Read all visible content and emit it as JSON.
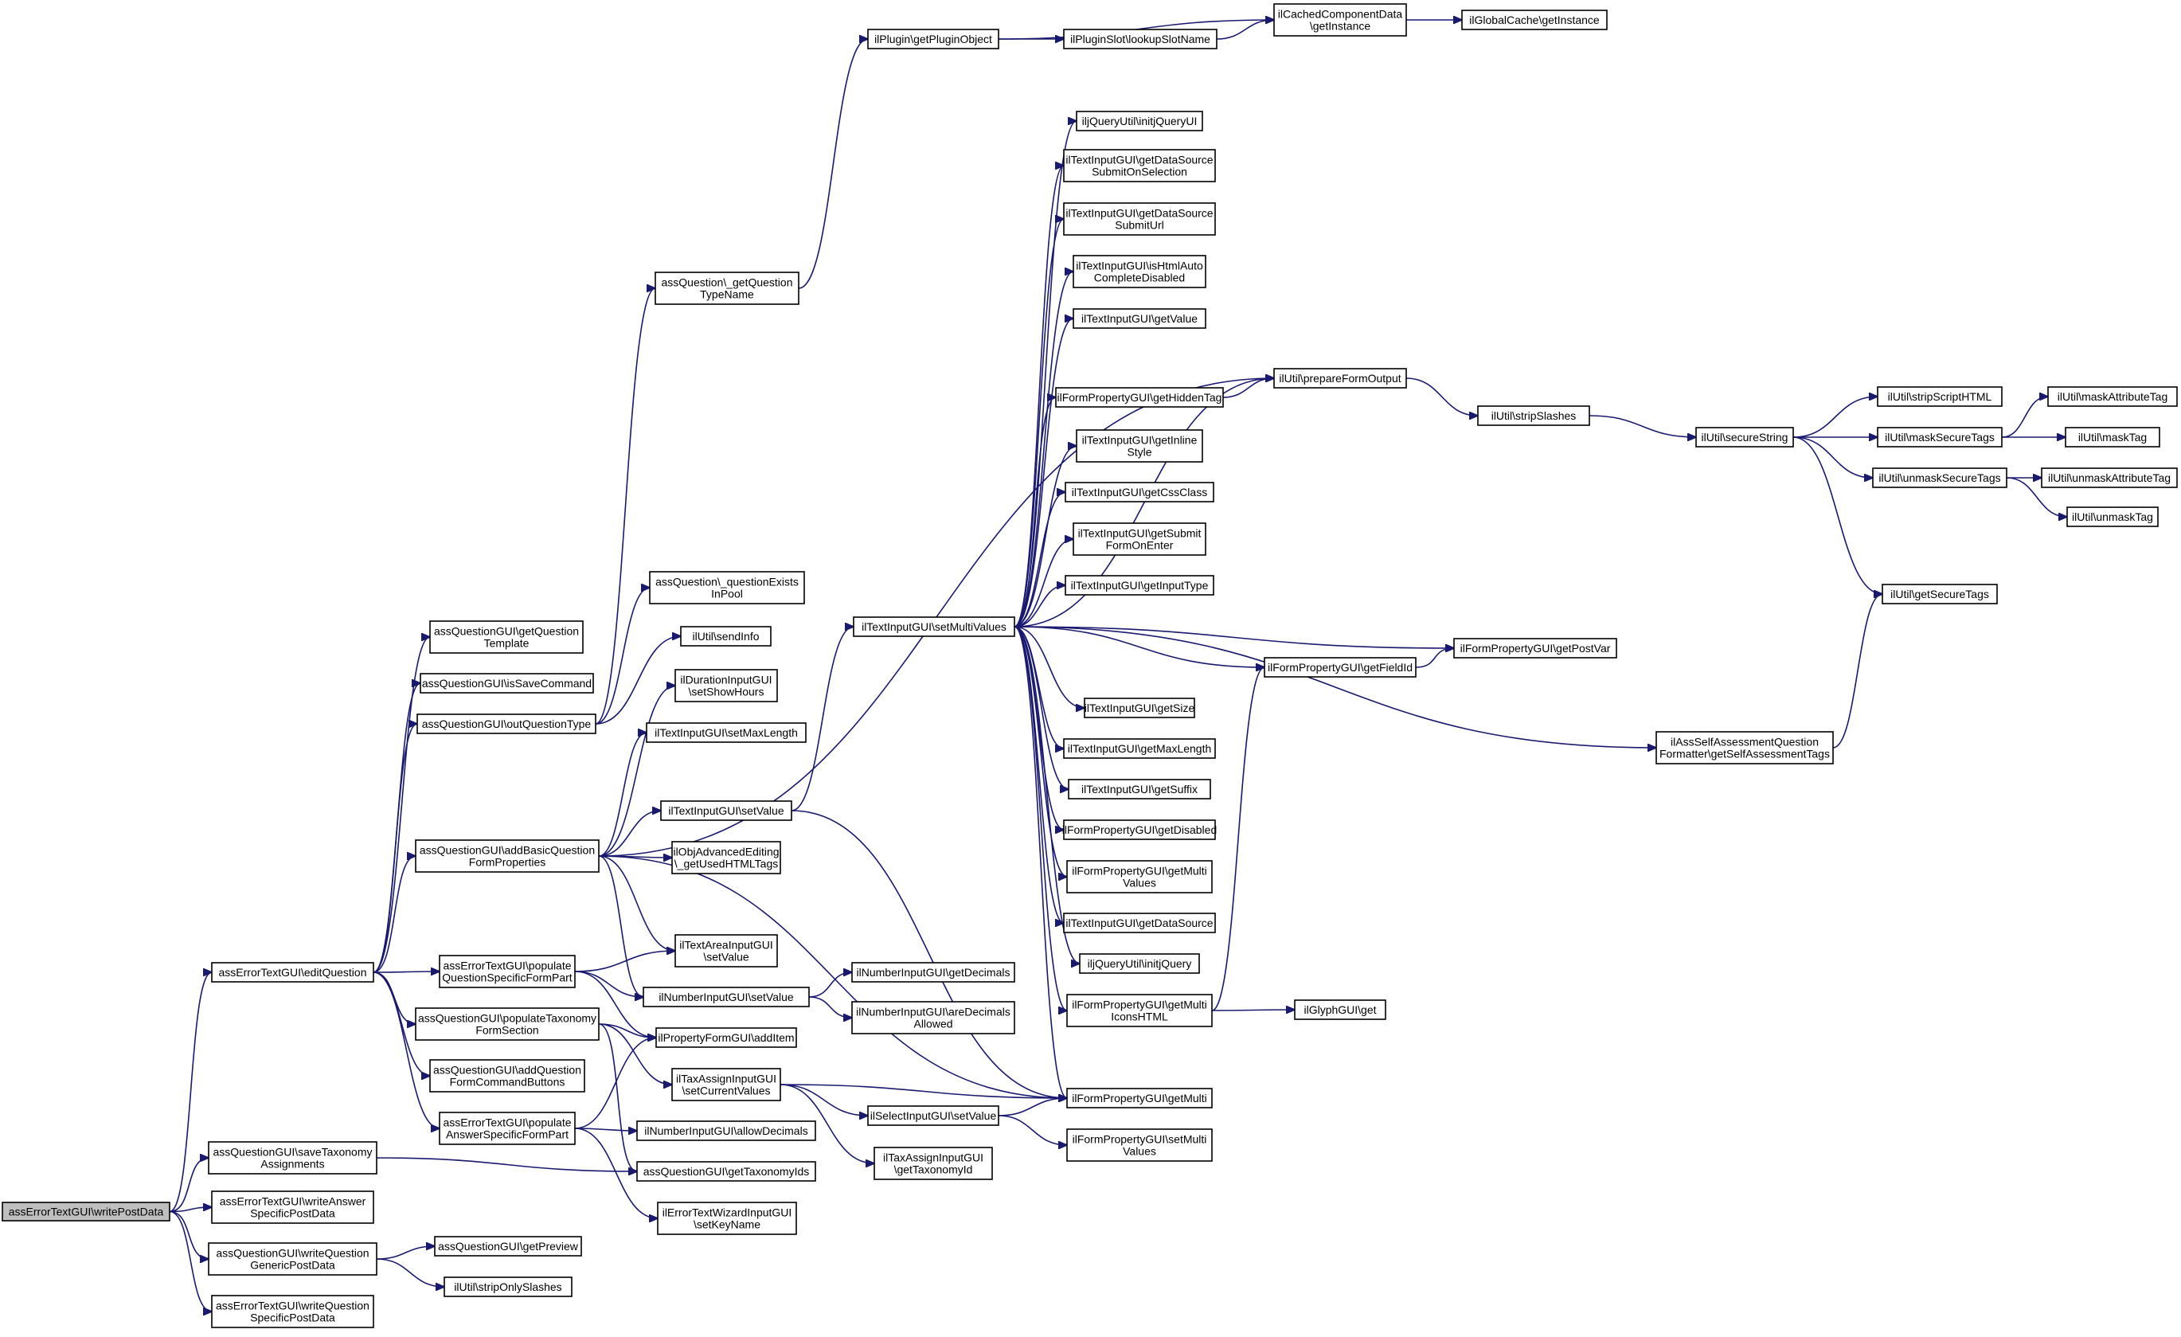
{
  "graph": {
    "root": "n_root",
    "nodes": [
      {
        "id": "n_root",
        "lines": [
          "assErrorTextGUI\\writePostData"
        ]
      },
      {
        "id": "n_edit",
        "lines": [
          "assErrorTextGUI\\editQuestion"
        ]
      },
      {
        "id": "n_saveTax",
        "lines": [
          "assQuestionGUI\\saveTaxonomy",
          "Assignments"
        ]
      },
      {
        "id": "n_writeAns",
        "lines": [
          "assErrorTextGUI\\writeAnswer",
          "SpecificPostData"
        ]
      },
      {
        "id": "n_writeGen",
        "lines": [
          "assQuestionGUI\\writeQuestion",
          "GenericPostData"
        ]
      },
      {
        "id": "n_writeSpec",
        "lines": [
          "assErrorTextGUI\\writeQuestion",
          "SpecificPostData"
        ]
      },
      {
        "id": "n_getQTpl",
        "lines": [
          "assQuestionGUI\\getQuestion",
          "Template"
        ]
      },
      {
        "id": "n_isSave",
        "lines": [
          "assQuestionGUI\\isSaveCommand"
        ]
      },
      {
        "id": "n_outQType",
        "lines": [
          "assQuestionGUI\\outQuestionType"
        ]
      },
      {
        "id": "n_addBasic",
        "lines": [
          "assQuestionGUI\\addBasicQuestion",
          "FormProperties"
        ]
      },
      {
        "id": "n_popQSpec",
        "lines": [
          "assErrorTextGUI\\populate",
          "QuestionSpecificFormPart"
        ]
      },
      {
        "id": "n_popTax",
        "lines": [
          "assQuestionGUI\\populateTaxonomy",
          "FormSection"
        ]
      },
      {
        "id": "n_addCmd",
        "lines": [
          "assQuestionGUI\\addQuestion",
          "FormCommandButtons"
        ]
      },
      {
        "id": "n_popASpec",
        "lines": [
          "assErrorTextGUI\\populate",
          "AnswerSpecificFormPart"
        ]
      },
      {
        "id": "n_getPreview",
        "lines": [
          "assQuestionGUI\\getPreview"
        ]
      },
      {
        "id": "n_stripOnly",
        "lines": [
          "ilUtil\\stripOnlySlashes"
        ]
      },
      {
        "id": "n_getQTypeName",
        "lines": [
          "assQuestion\\_getQuestion",
          "TypeName"
        ]
      },
      {
        "id": "n_qExists",
        "lines": [
          "assQuestion\\_questionExists",
          "InPool"
        ]
      },
      {
        "id": "n_sendInfo",
        "lines": [
          "ilUtil\\sendInfo"
        ]
      },
      {
        "id": "n_durHours",
        "lines": [
          "ilDurationInputGUI",
          "\\setShowHours"
        ]
      },
      {
        "id": "n_setMaxLen",
        "lines": [
          "ilTextInputGUI\\setMaxLength"
        ]
      },
      {
        "id": "n_tiSetValue",
        "lines": [
          "ilTextInputGUI\\setValue"
        ]
      },
      {
        "id": "n_usedHtml",
        "lines": [
          "ilObjAdvancedEditing",
          "\\_getUsedHTMLTags"
        ]
      },
      {
        "id": "n_taSetValue",
        "lines": [
          "ilTextAreaInputGUI",
          "\\setValue"
        ]
      },
      {
        "id": "n_numSetValue",
        "lines": [
          "ilNumberInputGUI\\setValue"
        ]
      },
      {
        "id": "n_addItem",
        "lines": [
          "ilPropertyFormGUI\\addItem"
        ]
      },
      {
        "id": "n_taxSetCur",
        "lines": [
          "ilTaxAssignInputGUI",
          "\\setCurrentValues"
        ]
      },
      {
        "id": "n_allowDec",
        "lines": [
          "ilNumberInputGUI\\allowDecimals"
        ]
      },
      {
        "id": "n_getTaxIds",
        "lines": [
          "assQuestionGUI\\getTaxonomyIds"
        ]
      },
      {
        "id": "n_wizKey",
        "lines": [
          "ilErrorTextWizardInputGUI",
          "\\setKeyName"
        ]
      },
      {
        "id": "n_getPlugin",
        "lines": [
          "ilPlugin\\getPluginObject"
        ]
      },
      {
        "id": "n_setMulti",
        "lines": [
          "ilTextInputGUI\\setMultiValues"
        ]
      },
      {
        "id": "n_numGetDec",
        "lines": [
          "ilNumberInputGUI\\getDecimals"
        ]
      },
      {
        "id": "n_numAreDec",
        "lines": [
          "ilNumberInputGUI\\areDecimals",
          "Allowed"
        ]
      },
      {
        "id": "n_selSetValue",
        "lines": [
          "ilSelectInputGUI\\setValue"
        ]
      },
      {
        "id": "n_taxGetId",
        "lines": [
          "ilTaxAssignInputGUI",
          "\\getTaxonomyId"
        ]
      },
      {
        "id": "n_lookupSlot",
        "lines": [
          "ilPluginSlot\\lookupSlotName"
        ]
      },
      {
        "id": "n_cacheInst",
        "lines": [
          "ilCachedComponentData",
          "\\getInstance"
        ]
      },
      {
        "id": "n_globCache",
        "lines": [
          "ilGlobalCache\\getInstance"
        ]
      },
      {
        "id": "n_jqUI",
        "lines": [
          "iljQueryUtil\\initjQueryUI"
        ]
      },
      {
        "id": "n_dsSubSel",
        "lines": [
          "ilTextInputGUI\\getDataSource",
          "SubmitOnSelection"
        ]
      },
      {
        "id": "n_dsSubUrl",
        "lines": [
          "ilTextInputGUI\\getDataSource",
          "SubmitUrl"
        ]
      },
      {
        "id": "n_htmlAuto",
        "lines": [
          "ilTextInputGUI\\isHtmlAuto",
          "CompleteDisabled"
        ]
      },
      {
        "id": "n_getValue",
        "lines": [
          "ilTextInputGUI\\getValue"
        ]
      },
      {
        "id": "n_hiddenTag",
        "lines": [
          "ilFormPropertyGUI\\getHiddenTag"
        ]
      },
      {
        "id": "n_inline",
        "lines": [
          "ilTextInputGUI\\getInline",
          "Style"
        ]
      },
      {
        "id": "n_cssClass",
        "lines": [
          "ilTextInputGUI\\getCssClass"
        ]
      },
      {
        "id": "n_subEnter",
        "lines": [
          "ilTextInputGUI\\getSubmit",
          "FormOnEnter"
        ]
      },
      {
        "id": "n_inputType",
        "lines": [
          "ilTextInputGUI\\getInputType"
        ]
      },
      {
        "id": "n_getSize",
        "lines": [
          "ilTextInputGUI\\getSize"
        ]
      },
      {
        "id": "n_getMaxLen",
        "lines": [
          "ilTextInputGUI\\getMaxLength"
        ]
      },
      {
        "id": "n_getSuffix",
        "lines": [
          "ilTextInputGUI\\getSuffix"
        ]
      },
      {
        "id": "n_getDisabled",
        "lines": [
          "ilFormPropertyGUI\\getDisabled"
        ]
      },
      {
        "id": "n_fpGetMultiVal",
        "lines": [
          "ilFormPropertyGUI\\getMulti",
          "Values"
        ]
      },
      {
        "id": "n_getDS",
        "lines": [
          "ilTextInputGUI\\getDataSource"
        ]
      },
      {
        "id": "n_jq",
        "lines": [
          "iljQueryUtil\\initjQuery"
        ]
      },
      {
        "id": "n_multiIcons",
        "lines": [
          "ilFormPropertyGUI\\getMulti",
          "IconsHTML"
        ]
      },
      {
        "id": "n_getMulti",
        "lines": [
          "ilFormPropertyGUI\\getMulti"
        ]
      },
      {
        "id": "n_setMultiVal",
        "lines": [
          "ilFormPropertyGUI\\setMulti",
          "Values"
        ]
      },
      {
        "id": "n_prepForm",
        "lines": [
          "ilUtil\\prepareFormOutput"
        ]
      },
      {
        "id": "n_getFieldId",
        "lines": [
          "ilFormPropertyGUI\\getFieldId"
        ]
      },
      {
        "id": "n_glyph",
        "lines": [
          "ilGlyphGUI\\get"
        ]
      },
      {
        "id": "n_getPostVar",
        "lines": [
          "ilFormPropertyGUI\\getPostVar"
        ]
      },
      {
        "id": "n_stripSlashes",
        "lines": [
          "ilUtil\\stripSlashes"
        ]
      },
      {
        "id": "n_selfAssess",
        "lines": [
          "ilAssSelfAssessmentQuestion",
          "Formatter\\getSelfAssessmentTags"
        ]
      },
      {
        "id": "n_secure",
        "lines": [
          "ilUtil\\secureString"
        ]
      },
      {
        "id": "n_stripScript",
        "lines": [
          "ilUtil\\stripScriptHTML"
        ]
      },
      {
        "id": "n_maskSecure",
        "lines": [
          "ilUtil\\maskSecureTags"
        ]
      },
      {
        "id": "n_unmaskSecure",
        "lines": [
          "ilUtil\\unmaskSecureTags"
        ]
      },
      {
        "id": "n_getSecure",
        "lines": [
          "ilUtil\\getSecureTags"
        ]
      },
      {
        "id": "n_maskAttr",
        "lines": [
          "ilUtil\\maskAttributeTag"
        ]
      },
      {
        "id": "n_maskTag",
        "lines": [
          "ilUtil\\maskTag"
        ]
      },
      {
        "id": "n_unmaskAttr",
        "lines": [
          "ilUtil\\unmaskAttributeTag"
        ]
      },
      {
        "id": "n_unmaskTag",
        "lines": [
          "ilUtil\\unmaskTag"
        ]
      }
    ],
    "edges": [
      [
        "n_root",
        "n_edit"
      ],
      [
        "n_root",
        "n_saveTax"
      ],
      [
        "n_root",
        "n_writeAns"
      ],
      [
        "n_root",
        "n_writeGen"
      ],
      [
        "n_root",
        "n_writeSpec"
      ],
      [
        "n_edit",
        "n_getQTpl"
      ],
      [
        "n_edit",
        "n_isSave"
      ],
      [
        "n_edit",
        "n_outQType"
      ],
      [
        "n_edit",
        "n_addBasic"
      ],
      [
        "n_edit",
        "n_popQSpec"
      ],
      [
        "n_edit",
        "n_popTax"
      ],
      [
        "n_edit",
        "n_addCmd"
      ],
      [
        "n_edit",
        "n_popASpec"
      ],
      [
        "n_saveTax",
        "n_getTaxIds"
      ],
      [
        "n_writeGen",
        "n_getPreview"
      ],
      [
        "n_writeGen",
        "n_stripOnly"
      ],
      [
        "n_outQType",
        "n_getQTypeName"
      ],
      [
        "n_outQType",
        "n_qExists"
      ],
      [
        "n_outQType",
        "n_sendInfo"
      ],
      [
        "n_addBasic",
        "n_durHours"
      ],
      [
        "n_addBasic",
        "n_setMaxLen"
      ],
      [
        "n_addBasic",
        "n_tiSetValue"
      ],
      [
        "n_addBasic",
        "n_usedHtml"
      ],
      [
        "n_addBasic",
        "n_taSetValue"
      ],
      [
        "n_addBasic",
        "n_numSetValue"
      ],
      [
        "n_addBasic",
        "n_prepForm"
      ],
      [
        "n_addBasic",
        "n_getMulti"
      ],
      [
        "n_popQSpec",
        "n_taSetValue"
      ],
      [
        "n_popQSpec",
        "n_numSetValue"
      ],
      [
        "n_popQSpec",
        "n_addItem"
      ],
      [
        "n_popTax",
        "n_addItem"
      ],
      [
        "n_popTax",
        "n_taxSetCur"
      ],
      [
        "n_popTax",
        "n_getTaxIds"
      ],
      [
        "n_popASpec",
        "n_addItem"
      ],
      [
        "n_popASpec",
        "n_allowDec"
      ],
      [
        "n_popASpec",
        "n_wizKey"
      ],
      [
        "n_getQTypeName",
        "n_getPlugin"
      ],
      [
        "n_getPlugin",
        "n_lookupSlot"
      ],
      [
        "n_getPlugin",
        "n_cacheInst"
      ],
      [
        "n_lookupSlot",
        "n_cacheInst"
      ],
      [
        "n_cacheInst",
        "n_globCache"
      ],
      [
        "n_tiSetValue",
        "n_setMulti"
      ],
      [
        "n_tiSetValue",
        "n_getMulti"
      ],
      [
        "n_numSetValue",
        "n_numGetDec"
      ],
      [
        "n_numSetValue",
        "n_numAreDec"
      ],
      [
        "n_taxSetCur",
        "n_getMulti"
      ],
      [
        "n_taxSetCur",
        "n_selSetValue"
      ],
      [
        "n_taxSetCur",
        "n_taxGetId"
      ],
      [
        "n_selSetValue",
        "n_getMulti"
      ],
      [
        "n_selSetValue",
        "n_setMultiVal"
      ],
      [
        "n_setMulti",
        "n_jqUI"
      ],
      [
        "n_setMulti",
        "n_dsSubSel"
      ],
      [
        "n_setMulti",
        "n_dsSubUrl"
      ],
      [
        "n_setMulti",
        "n_htmlAuto"
      ],
      [
        "n_setMulti",
        "n_getValue"
      ],
      [
        "n_setMulti",
        "n_prepForm"
      ],
      [
        "n_setMulti",
        "n_hiddenTag"
      ],
      [
        "n_setMulti",
        "n_inline"
      ],
      [
        "n_setMulti",
        "n_cssClass"
      ],
      [
        "n_setMulti",
        "n_subEnter"
      ],
      [
        "n_setMulti",
        "n_inputType"
      ],
      [
        "n_setMulti",
        "n_getFieldId"
      ],
      [
        "n_setMulti",
        "n_getPostVar"
      ],
      [
        "n_setMulti",
        "n_getSize"
      ],
      [
        "n_setMulti",
        "n_getMaxLen"
      ],
      [
        "n_setMulti",
        "n_getSuffix"
      ],
      [
        "n_setMulti",
        "n_getDisabled"
      ],
      [
        "n_setMulti",
        "n_fpGetMultiVal"
      ],
      [
        "n_setMulti",
        "n_getDS"
      ],
      [
        "n_setMulti",
        "n_jq"
      ],
      [
        "n_setMulti",
        "n_multiIcons"
      ],
      [
        "n_setMulti",
        "n_getMulti"
      ],
      [
        "n_setMulti",
        "n_selfAssess"
      ],
      [
        "n_hiddenTag",
        "n_prepForm"
      ],
      [
        "n_multiIcons",
        "n_getFieldId"
      ],
      [
        "n_multiIcons",
        "n_glyph"
      ],
      [
        "n_getFieldId",
        "n_getPostVar"
      ],
      [
        "n_prepForm",
        "n_stripSlashes"
      ],
      [
        "n_stripSlashes",
        "n_secure"
      ],
      [
        "n_selfAssess",
        "n_getSecure"
      ],
      [
        "n_secure",
        "n_stripScript"
      ],
      [
        "n_secure",
        "n_maskSecure"
      ],
      [
        "n_secure",
        "n_unmaskSecure"
      ],
      [
        "n_secure",
        "n_getSecure"
      ],
      [
        "n_maskSecure",
        "n_maskAttr"
      ],
      [
        "n_maskSecure",
        "n_maskTag"
      ],
      [
        "n_unmaskSecure",
        "n_unmaskAttr"
      ],
      [
        "n_unmaskSecure",
        "n_unmaskTag"
      ]
    ]
  }
}
